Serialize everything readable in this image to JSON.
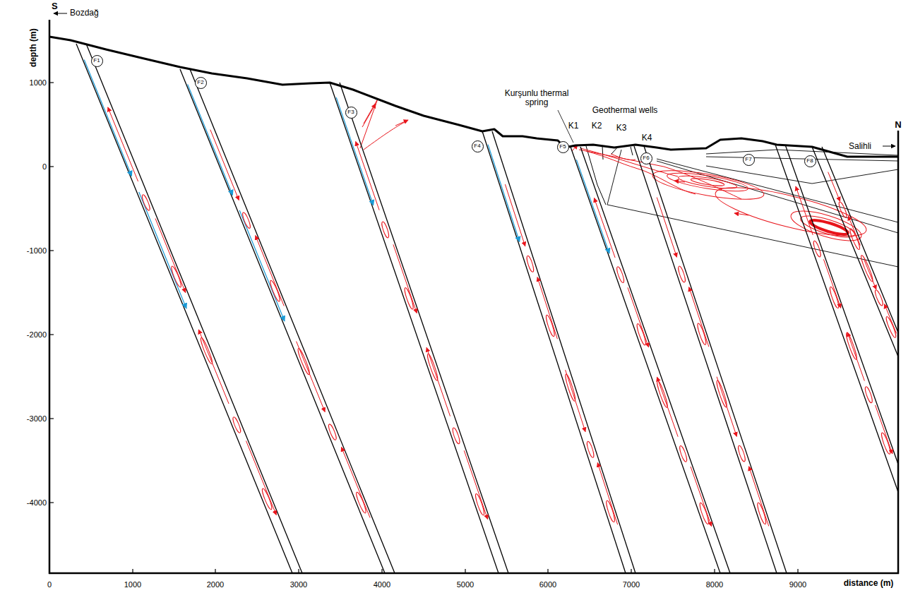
{
  "diagram": {
    "nodes": [
      {
        "text": [
          "F1"
        ]
      },
      {
        "text": [
          "F2"
        ]
      },
      {
        "text": [
          "F3"
        ]
      },
      {
        "text": [
          "F4"
        ]
      },
      {
        "text": [
          "F5"
        ]
      },
      {
        "text": [
          "F6"
        ]
      },
      {
        "text": [
          "F7"
        ]
      },
      {
        "text": [
          "F8"
        ]
      }
    ],
    "labels": [
      "S",
      "Bozdağ",
      "depth (m)",
      "1000",
      "0",
      "-1000",
      "-2000",
      "-3000",
      "-4000",
      "Kurşunlu thermal spring",
      "Geothermal wells",
      "K1",
      "K2",
      "K3",
      "K4",
      "N",
      "Salihli",
      "0",
      "1000",
      "2000",
      "3000",
      "4000",
      "5000",
      "6000",
      "7000",
      "8000",
      "9000",
      "distance (m)"
    ]
  }
}
